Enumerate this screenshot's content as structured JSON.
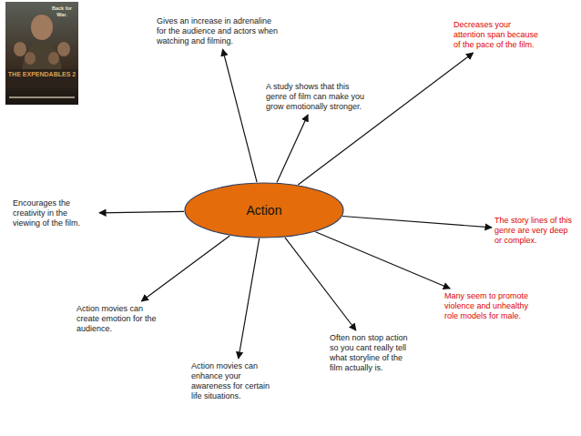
{
  "diagram": {
    "nodes": [
      {
        "text": [
          "Gives an increase in adrenaline for the audience and actors when watching and filming."
        ]
      },
      {
        "text": [
          "Decreases your attention span because of the pace of the film."
        ]
      },
      {
        "text": [
          "A study shows that this genre of film can make you grow emotionally stronger."
        ]
      },
      {
        "text": [
          "Encourages the creativity in the viewing of the film."
        ]
      },
      {
        "text": [
          "Action"
        ]
      },
      {
        "text": [
          "The story lines of this genre are very deep or complex."
        ]
      },
      {
        "text": [
          "Many seem to promote violence and unhealthy role models for male."
        ]
      },
      {
        "text": [
          "Action movies can create emotion for the audience."
        ]
      },
      {
        "text": [
          "Often non stop action so you cant really tell what storyline of the film actually is."
        ]
      },
      {
        "text": [
          "Action movies can enhance your awareness for certain life situations."
        ]
      }
    ],
    "edges": [
      {
        "from": 4,
        "to": 0,
        "arrow": "to"
      },
      {
        "from": 4,
        "to": 1,
        "arrow": "to"
      },
      {
        "from": 4,
        "to": 2,
        "arrow": "to"
      },
      {
        "from": 4,
        "to": 3,
        "arrow": "to"
      },
      {
        "from": 4,
        "to": 5,
        "arrow": "to"
      },
      {
        "from": 4,
        "to": 6,
        "arrow": "to"
      },
      {
        "from": 4,
        "to": 7,
        "arrow": "to"
      },
      {
        "from": 4,
        "to": 8,
        "arrow": "to"
      },
      {
        "from": 4,
        "to": 9,
        "arrow": "to"
      }
    ],
    "labels": [
      "Back for War.",
      "THE EXPENDABLES 2"
    ]
  }
}
